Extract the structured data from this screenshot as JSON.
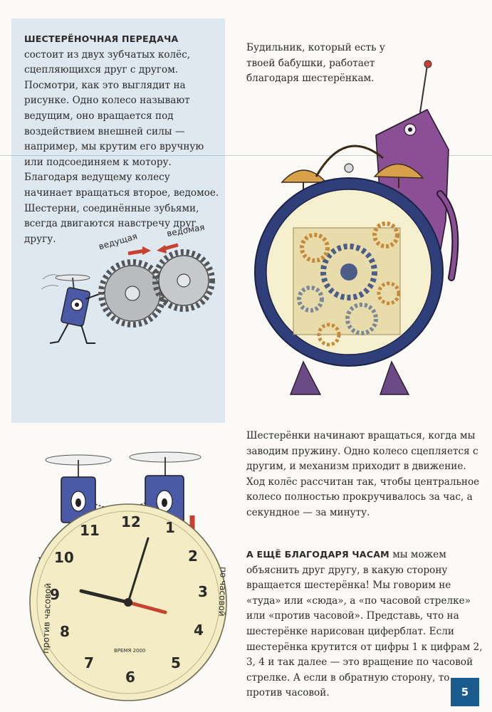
{
  "left_panel": {
    "lead": "ШЕСТЕРЁНОЧНАЯ ПЕРЕДАЧА",
    "body": " состоит из двух зубчатых колёс, сцепляющихся друг с другом. Посмотри, как это выглядит на рисунке. Одно колесо называют ведущим, оно вращается под воздействием внешней силы — например, мы крутим его вручную или подсоединяем к мотору. Благодаря ведущему колесу начинает вращаться второе, ведомое. Шестерни, соединённые зубьями, всегда двигаются навстречу друг другу."
  },
  "gear_labels": {
    "driving": "ведущая",
    "driven": "ведомая"
  },
  "alarm_clock_caption": "Будильник, который есть у твоей бабушки, работает благодаря шестерёнкам.",
  "spring_paragraph": "Шестерёнки начинают вращаться, когда мы заводим пружину. Одно колесо сцепляется с другим, и механизм приходит в движение. Ход колёс рассчитан так, чтобы центральное колесо полностью прокручивалось за час, а секундное — за минуту.",
  "clock_section": {
    "lead": "А ЕЩЁ БЛАГОДАРЯ ЧАСАМ",
    "body": " мы можем объяснить друг другу, в какую сторону вращается шестерёнка! Мы говорим не «туда» или «сюда», а «по часовой стрелке» или «против часовой». Представь, что на шестерёнке нарисован циферблат. Если шестерёнка крутится от цифры 1 к цифрам 2, 3, 4 и так далее — это вращение по часовой стрелке. А если в обратную сторону, то против часовой."
  },
  "dial_labels": {
    "counterclockwise": "против часовой",
    "clockwise": "по часовой",
    "dial_text": "ВРЕМЯ 2000",
    "numerals": [
      "12",
      "1",
      "2",
      "3",
      "4",
      "5",
      "6",
      "7",
      "8",
      "9",
      "10",
      "11"
    ]
  },
  "page_number": "5",
  "colors": {
    "panel_blue": "#dde8f1",
    "page_number_blue": "#1a5a8c",
    "robot_purple": "#8a4f95",
    "clock_blue": "#2f3f7a",
    "bell_orange": "#d9a04c"
  }
}
